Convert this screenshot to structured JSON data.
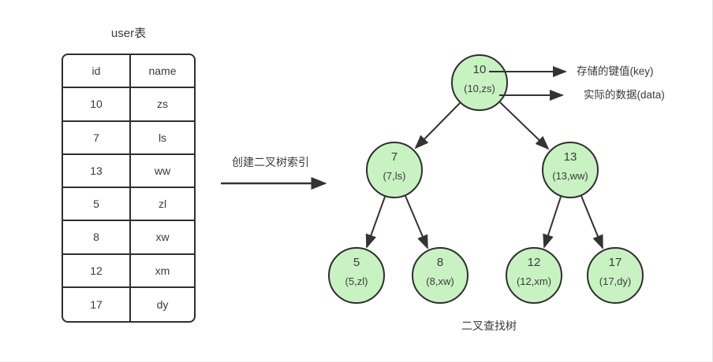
{
  "colors": {
    "node_fill": "#c9f2c3",
    "node_border": "#2f2f2f",
    "line": "#333333",
    "text": "#3b3b3b",
    "table_border": "#2f2f2f"
  },
  "table": {
    "title": "user表",
    "headers": {
      "id": "id",
      "name": "name"
    },
    "rows": [
      {
        "id": "10",
        "name": "zs"
      },
      {
        "id": "7",
        "name": "ls"
      },
      {
        "id": "13",
        "name": "ww"
      },
      {
        "id": "5",
        "name": "zl"
      },
      {
        "id": "8",
        "name": "xw"
      },
      {
        "id": "12",
        "name": "xm"
      },
      {
        "id": "17",
        "name": "dy"
      }
    ]
  },
  "transform_arrow": {
    "label": "创建二叉树索引"
  },
  "tree": {
    "caption": "二叉查找树",
    "annotations": {
      "key": "存储的键值(key)",
      "data": "实际的数据(data)"
    },
    "nodes": [
      {
        "key": "10",
        "data": "(10,zs)"
      },
      {
        "key": "7",
        "data": "(7,ls)"
      },
      {
        "key": "13",
        "data": "(13,ww)"
      },
      {
        "key": "5",
        "data": "(5,zl)"
      },
      {
        "key": "8",
        "data": "(8,xw)"
      },
      {
        "key": "12",
        "data": "(12,xm)"
      },
      {
        "key": "17",
        "data": "(17,dy)"
      }
    ]
  }
}
